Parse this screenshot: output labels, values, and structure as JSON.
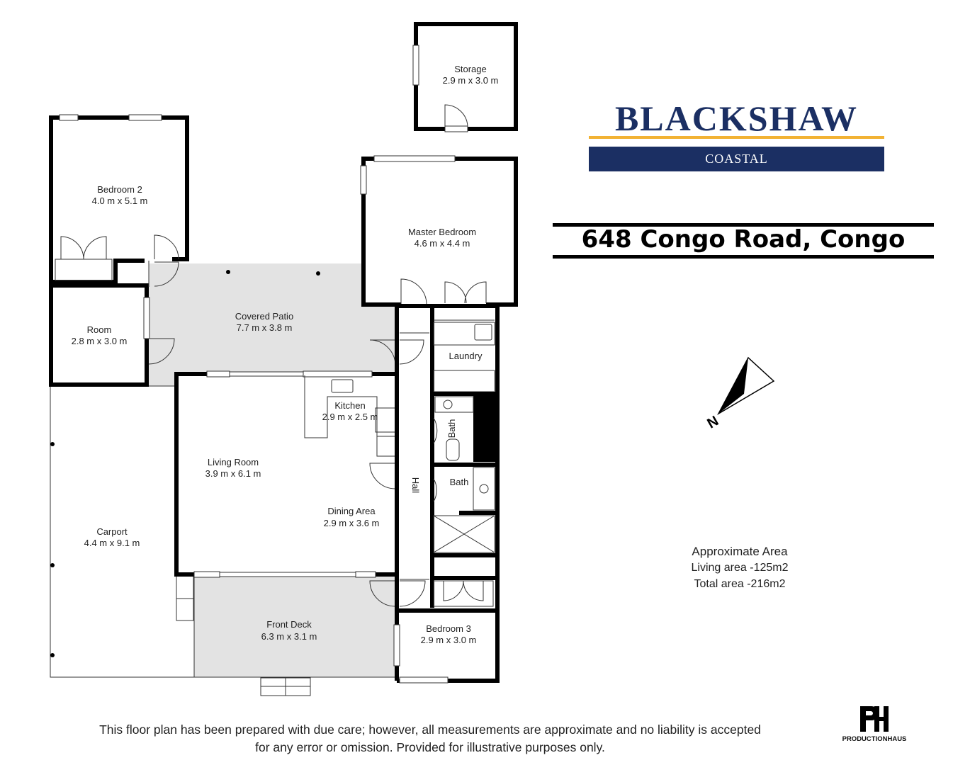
{
  "brand": {
    "name": "BLACKSHAW",
    "sub": "COASTAL",
    "colors": {
      "navy": "#1b2f63",
      "gold": "#f2b233"
    }
  },
  "address": "648 Congo Road, Congo",
  "rooms": {
    "storage": {
      "name": "Storage",
      "dims": "2.9 m x 3.0 m"
    },
    "bedroom2": {
      "name": "Bedroom 2",
      "dims": "4.0 m x 5.1 m"
    },
    "master": {
      "name": "Master Bedroom",
      "dims": "4.6 m x 4.4 m"
    },
    "room": {
      "name": "Room",
      "dims": "2.8 m x 3.0 m"
    },
    "patio": {
      "name": "Covered Patio",
      "dims": "7.7 m x 3.8 m"
    },
    "laundry": {
      "name": "Laundry"
    },
    "kitchen": {
      "name": "Kitchen",
      "dims": "2.9 m x 2.5 m"
    },
    "living": {
      "name": "Living Room",
      "dims": "3.9 m x 6.1 m"
    },
    "bath1": {
      "name": "Bath"
    },
    "bath2": {
      "name": "Bath"
    },
    "hall": {
      "name": "Hall"
    },
    "dining": {
      "name": "Dining Area",
      "dims": "2.9 m x 3.6 m"
    },
    "carport": {
      "name": "Carport",
      "dims": "4.4 m x 9.1 m"
    },
    "deck": {
      "name": "Front Deck",
      "dims": "6.3 m x 3.1 m"
    },
    "bedroom3": {
      "name": "Bedroom 3",
      "dims": "2.9 m x 3.0 m"
    }
  },
  "compass": {
    "label": "N",
    "icon": "north-arrow-icon"
  },
  "area": {
    "title": "Approximate Area",
    "living": "Living area -125m2",
    "total": "Total area -216m2"
  },
  "disclaimer": {
    "line1": "This floor plan has been prepared with due care; however, all measurements are approximate and no liability is accepted",
    "line2": "for any error or omission. Provided for illustrative purposes only."
  },
  "producer": {
    "name": "PRODUCTIONHAUS",
    "icon": "productionhaus-logo-icon"
  }
}
